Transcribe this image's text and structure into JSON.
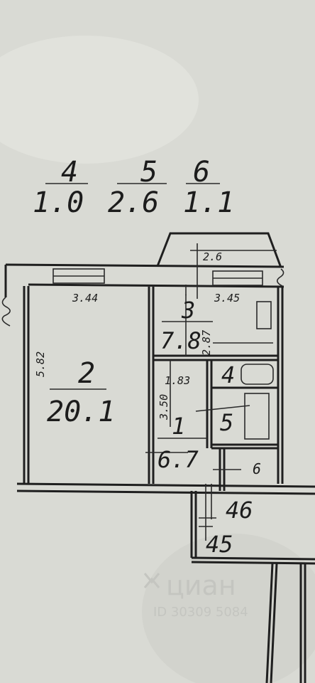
{
  "balcony_labels": [
    {
      "num": "4",
      "area": "1.0"
    },
    {
      "num": "5",
      "area": "2.6"
    },
    {
      "num": "6",
      "area": "1.1"
    }
  ],
  "rooms": [
    {
      "num": "2",
      "area": "20.1"
    },
    {
      "num": "3",
      "area": "7.8"
    },
    {
      "num": "1",
      "area": "6.7"
    },
    {
      "num": "4"
    },
    {
      "num": "5"
    },
    {
      "num": "6"
    }
  ],
  "dimensions": {
    "balcony_width": "2.6",
    "room2_width": "3.44",
    "kitchen_width": "3.45",
    "room2_depth": "5.82",
    "kitchen_depth": "2.87",
    "hall_width": "1.83",
    "hall_depth": "3.50"
  },
  "corridor_numbers": [
    "46",
    "45"
  ],
  "watermark": {
    "brand": "циан",
    "id": "ID 30309 5084"
  }
}
